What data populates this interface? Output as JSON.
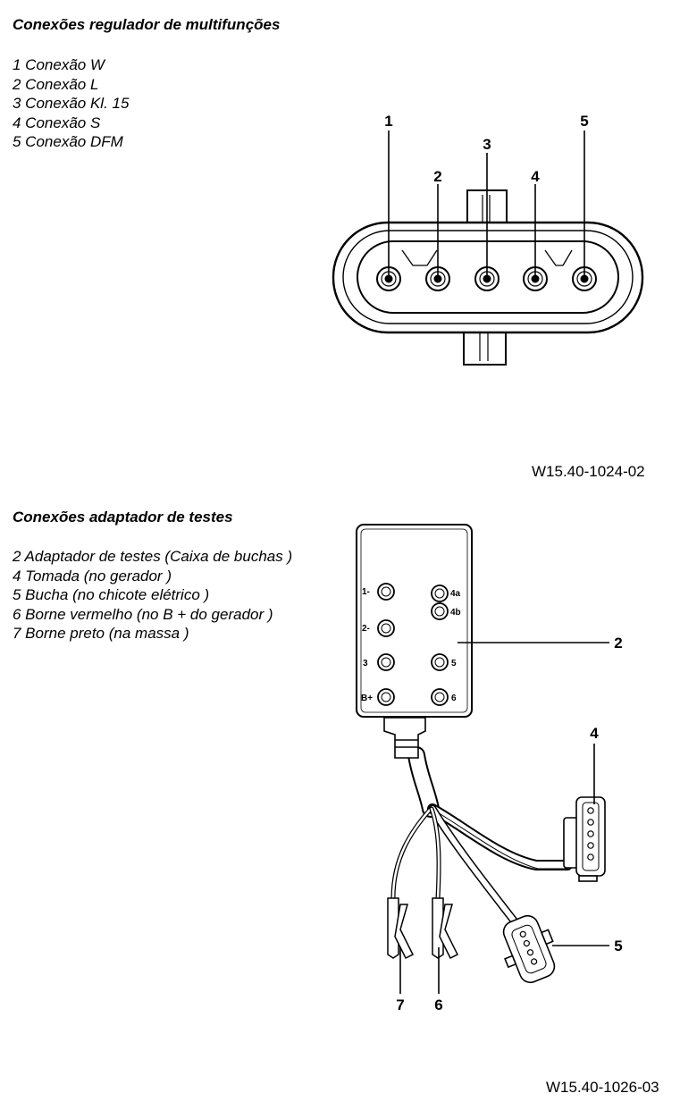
{
  "section1": {
    "title": "Conexões regulador de multifunções",
    "items": [
      "1 Conexão W",
      "2 Conexão L",
      "3 Conexão Kl. 15",
      "4 Conexão S",
      "5 Conexão DFM"
    ],
    "callouts": [
      "1",
      "2",
      "3",
      "4",
      "5"
    ],
    "figure_code": "W15.40-1024-02"
  },
  "section2": {
    "title": "Conexões adaptador de testes",
    "items": [
      "2 Adaptador de testes (Caixa de buchas )",
      "4 Tomada (no gerador )",
      "5 Bucha (no chicote elétrico )",
      "6 Borne vermelho (no B + do gerador )",
      "7 Borne preto (na massa )"
    ],
    "box_left_labels": [
      "1-",
      "2-",
      "3",
      "B+"
    ],
    "box_right_labels": [
      "4a",
      "4b",
      "5",
      "6"
    ],
    "callouts": [
      "2",
      "4",
      "5",
      "7",
      "6"
    ],
    "figure_code": "W15.40-1026-03"
  }
}
